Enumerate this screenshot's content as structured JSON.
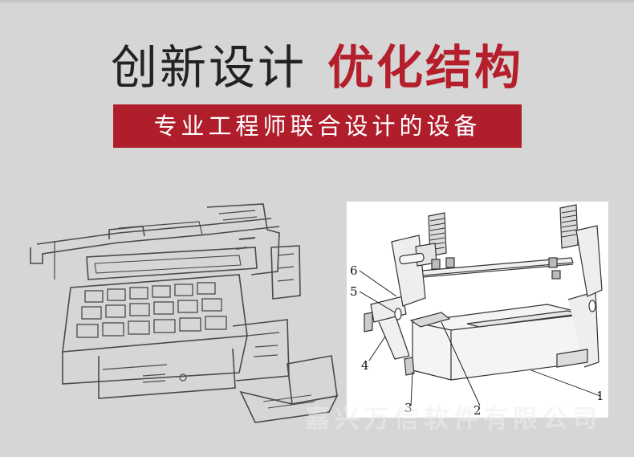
{
  "headline": {
    "part1": "创新设计",
    "part2": "优化结构"
  },
  "banner": {
    "text": "专业工程师联合设计的设备"
  },
  "diagram": {
    "callouts": [
      "1",
      "2",
      "3",
      "4",
      "5",
      "6"
    ]
  },
  "watermark": {
    "text": "嘉兴万信软件有限公司"
  },
  "colors": {
    "background": "#d6d6d6",
    "accent_red": "#b01e2b",
    "headline_dark": "#222222"
  }
}
